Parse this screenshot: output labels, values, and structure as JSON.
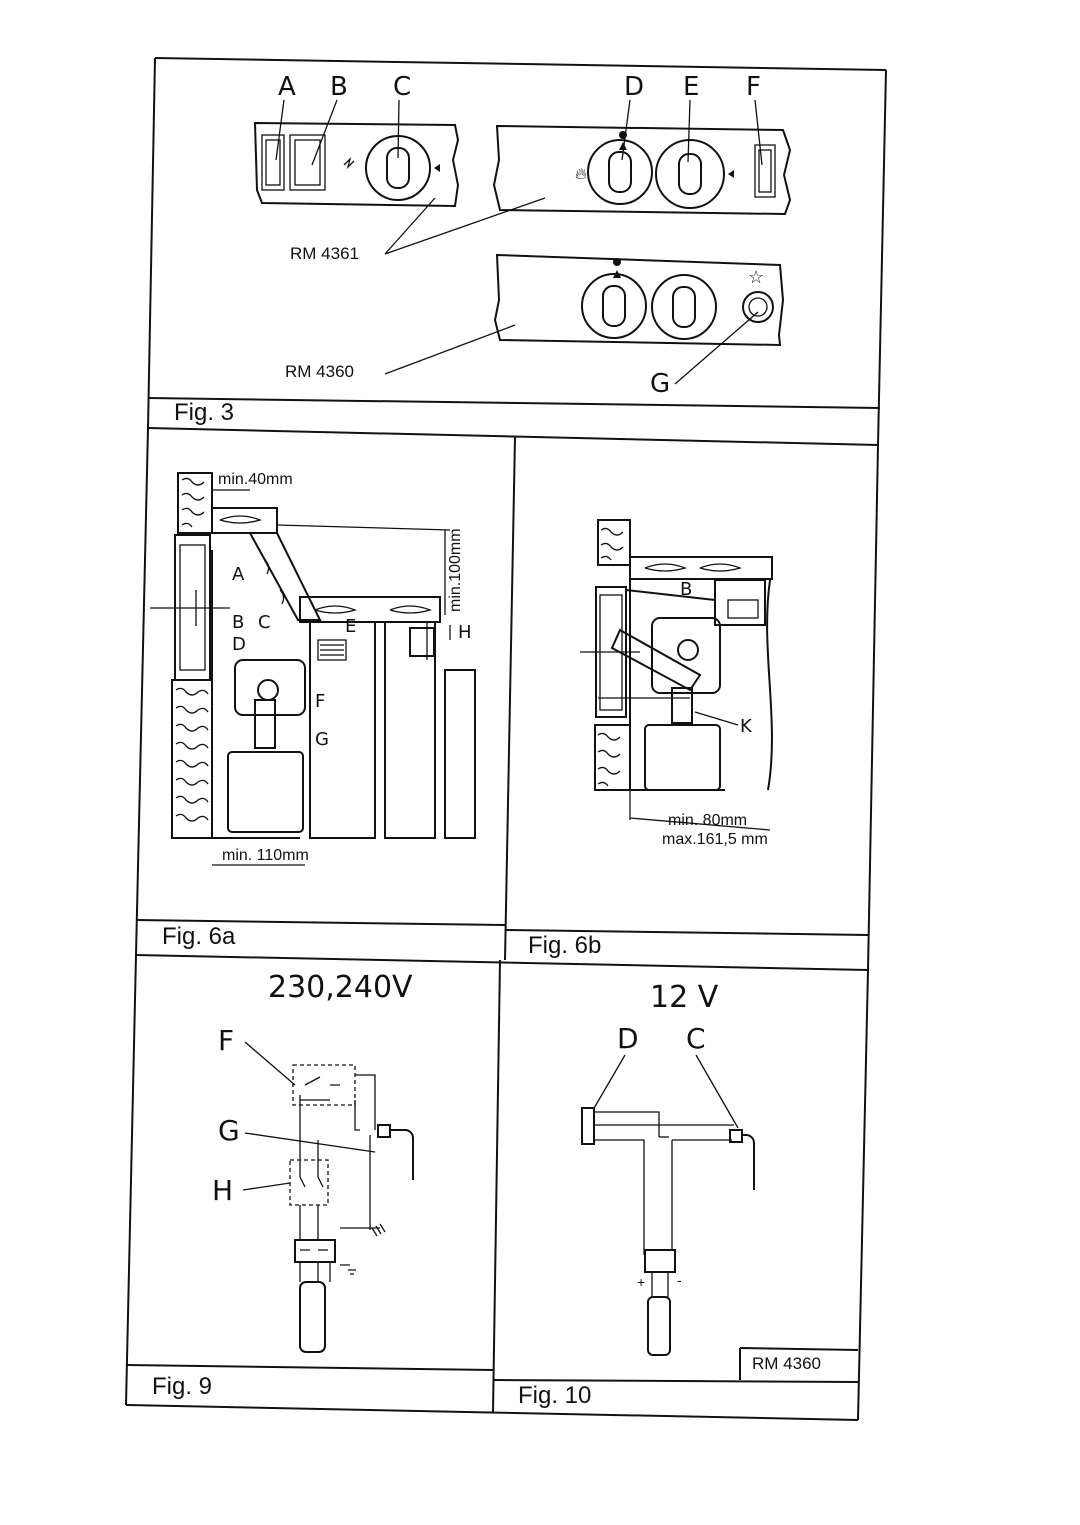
{
  "fig3": {
    "caption": "Fig. 3",
    "letters": [
      "A",
      "B",
      "C",
      "D",
      "E",
      "F",
      "G"
    ],
    "model_top": "RM 4361",
    "model_bottom": "RM 4360"
  },
  "fig6a": {
    "caption": "Fig. 6a",
    "dim_top": "min.40mm",
    "dim_side": "min.100mm",
    "dim_bottom": "min. 110mm",
    "letters": [
      "A",
      "B",
      "C",
      "D",
      "E",
      "F",
      "G",
      "H"
    ]
  },
  "fig6b": {
    "caption": "Fig. 6b",
    "dim_min": "min. 80mm",
    "dim_max": "max.161,5 mm",
    "letters": [
      "B",
      "K"
    ]
  },
  "fig9": {
    "caption": "Fig. 9",
    "voltage": "230,240V",
    "letters": [
      "F",
      "G",
      "H"
    ]
  },
  "fig10": {
    "caption": "Fig. 10",
    "voltage": "12 V",
    "letters": [
      "D",
      "C"
    ],
    "model": "RM 4360",
    "polarity_plus": "+",
    "polarity_minus": "-"
  },
  "colors": {
    "ink": "#111111",
    "paper": "#ffffff"
  }
}
